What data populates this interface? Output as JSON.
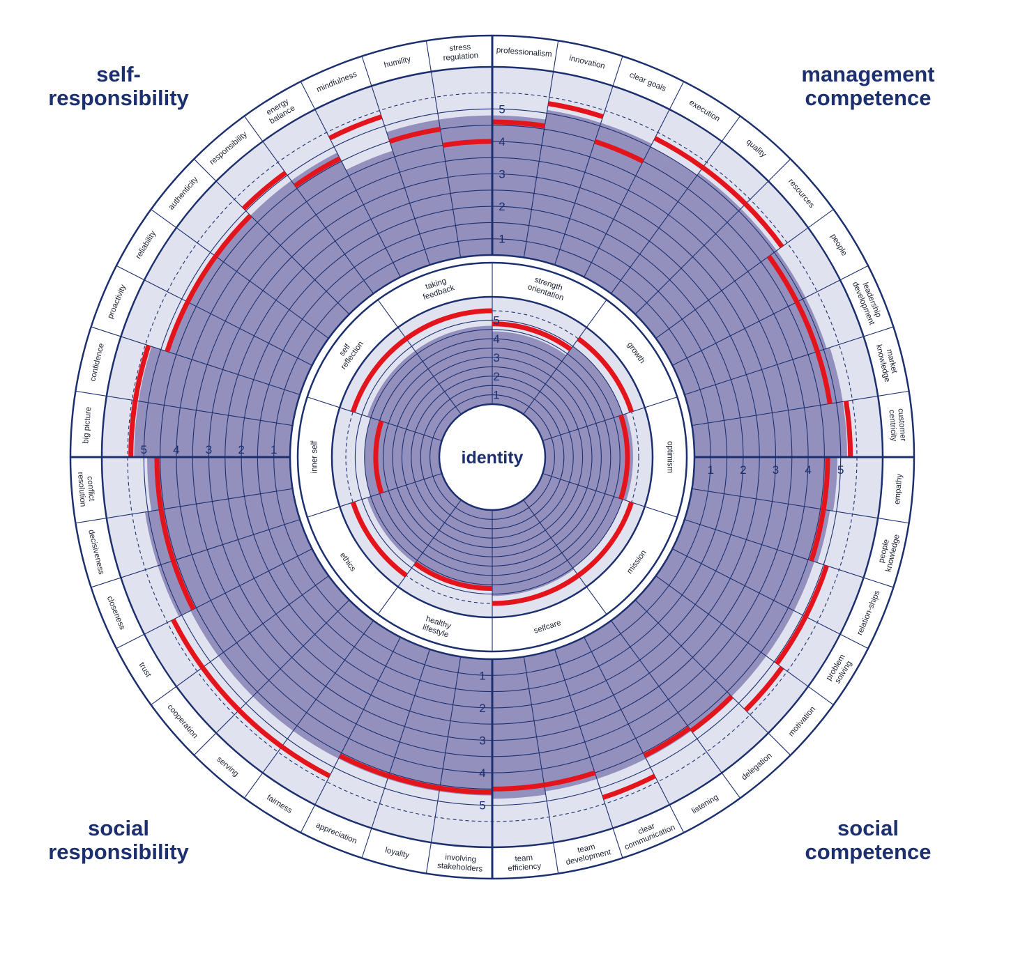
{
  "quadrant_titles": {
    "top_left_1": "self-",
    "top_left_2": "responsibility",
    "top_right_1": "management",
    "top_right_2": "competence",
    "bottom_left_1": "social",
    "bottom_left_2": "responsibility",
    "bottom_right_1": "social",
    "bottom_right_2": "competence"
  },
  "colors": {
    "navy": "#1c2f6e",
    "fill": "#9490bd",
    "band": "#e0e2ef",
    "target": "#e3141b"
  },
  "chart_data": {
    "type": "radial-bar",
    "center_label": "identity",
    "scale": [
      1,
      2,
      3,
      4,
      5
    ],
    "outer_scale_labels": [
      "1",
      "2",
      "3",
      "4",
      "5"
    ],
    "inner_scale_labels": [
      "1",
      "2",
      "3",
      "4",
      "5"
    ],
    "outer_ring": [
      {
        "label": "professionalism",
        "value": 4.3,
        "target": 4.1
      },
      {
        "label": "innovation",
        "value": 4.6,
        "target": 4.8
      },
      {
        "label": "clear goals",
        "value": 4.6,
        "target": 4.0
      },
      {
        "label": "execution",
        "value": 4.5,
        "target": 4.8
      },
      {
        "label": "quality",
        "value": 4.6,
        "target": 4.8
      },
      {
        "label": "resources",
        "value": 4.6,
        "target": 4.8
      },
      {
        "label": "people",
        "value": 4.6,
        "target": 4.3
      },
      {
        "label": "leadership development",
        "value": 4.6,
        "target": 4.3
      },
      {
        "label": "market knowledge",
        "value": 4.7,
        "target": 4.3
      },
      {
        "label": "customer centricity",
        "value": 4.7,
        "target": 4.8
      },
      {
        "label": "empathy",
        "value": 4.4,
        "target": 4.1
      },
      {
        "label": "people knowledge",
        "value": 4.3,
        "target": 4.1
      },
      {
        "label": "relation-ships",
        "value": 4.2,
        "target": 4.6
      },
      {
        "label": "problem solving",
        "value": 4.2,
        "target": 4.6
      },
      {
        "label": "motivation",
        "value": 4.2,
        "target": 4.8
      },
      {
        "label": "delegation",
        "value": 4.2,
        "target": 4.2
      },
      {
        "label": "listening",
        "value": 4.2,
        "target": 4.1
      },
      {
        "label": "clear communication",
        "value": 4.2,
        "target": 4.8
      },
      {
        "label": "team development",
        "value": 4.2,
        "target": 4.0
      },
      {
        "label": "team efficiency",
        "value": 4.3,
        "target": 4.0
      },
      {
        "label": "involving stakeholders",
        "value": 4.2,
        "target": 4.1
      },
      {
        "label": "loyality",
        "value": 4.2,
        "target": 4.1
      },
      {
        "label": "appreciation",
        "value": 4.2,
        "target": 4.1
      },
      {
        "label": "fairness",
        "value": 4.2,
        "target": 4.8
      },
      {
        "label": "serving",
        "value": 4.2,
        "target": 4.8
      },
      {
        "label": "cooperation",
        "value": 4.2,
        "target": 4.8
      },
      {
        "label": "trust",
        "value": 4.2,
        "target": 4.8
      },
      {
        "label": "closeness",
        "value": 4.6,
        "target": 4.1
      },
      {
        "label": "decisiveness",
        "value": 4.6,
        "target": 4.1
      },
      {
        "label": "conflict resolution",
        "value": 4.4,
        "target": 4.1
      },
      {
        "label": "big picture",
        "value": 4.8,
        "target": 4.9
      },
      {
        "label": "confidence",
        "value": 4.8,
        "target": 4.9
      },
      {
        "label": "proactivity",
        "value": 4.3,
        "target": 4.3
      },
      {
        "label": "reliability",
        "value": 4.3,
        "target": 4.3
      },
      {
        "label": "authenticity",
        "value": 4.3,
        "target": 4.3
      },
      {
        "label": "responsibility",
        "value": 4.3,
        "target": 4.6
      },
      {
        "label": "energy balance",
        "value": 4.3,
        "target": 4.1
      },
      {
        "label": "mindfulness",
        "value": 3.7,
        "target": 4.8
      },
      {
        "label": "humility",
        "value": 4.3,
        "target": 4.0
      },
      {
        "label": "stress regulation",
        "value": 4.3,
        "target": 3.5
      }
    ],
    "inner_ring": [
      {
        "label": "strength orientation",
        "value": 3.9,
        "target": 4.3
      },
      {
        "label": "growth",
        "value": 4.5,
        "target": 5.0
      },
      {
        "label": "optimism",
        "value": 4.7,
        "target": 4.4
      },
      {
        "label": "mission",
        "value": 4.5,
        "target": 5.0
      },
      {
        "label": "selfcare",
        "value": 4.6,
        "target": 5.0
      },
      {
        "label": "healthy lifestyle",
        "value": 4.2,
        "target": 4.2
      },
      {
        "label": "ethics",
        "value": 4.2,
        "target": 5.0
      },
      {
        "label": "inner self",
        "value": 4.0,
        "target": 3.4
      },
      {
        "label": "self reflection",
        "value": 4.2,
        "target": 5.0
      },
      {
        "label": "taking feedback",
        "value": 4.2,
        "target": 5.0
      }
    ]
  }
}
